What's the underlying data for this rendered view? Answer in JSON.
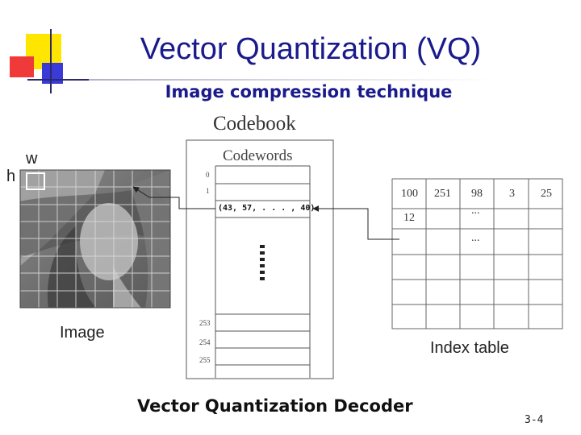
{
  "slide": {
    "title": "Vector Quantization (VQ)",
    "subtitle": "Image compression technique",
    "page_number": "3-4"
  },
  "image_panel": {
    "label": "Image",
    "block_width_label": "w",
    "block_height_label": "h"
  },
  "codebook": {
    "title": "Codebook",
    "column_header": "Codewords",
    "top_indices": [
      "0",
      "1"
    ],
    "bottom_indices": [
      "253",
      "254",
      "255"
    ],
    "selected_codeword": "(43, 57, . . . , 40)"
  },
  "index_table": {
    "label": "Index table",
    "rows": [
      [
        "100",
        "251",
        "98",
        "3",
        "25"
      ],
      [
        "12",
        "",
        "...",
        "",
        ""
      ],
      [
        "",
        "",
        "...",
        "",
        ""
      ],
      [
        "",
        "",
        "",
        "",
        ""
      ],
      [
        "",
        "",
        "",
        "",
        ""
      ]
    ]
  },
  "caption": "Vector Quantization Decoder",
  "colors": {
    "title": "#1a1a8c",
    "deco_yellow": "#ffe600",
    "deco_red": "#f03a3a",
    "deco_blue": "#3a3ad8"
  }
}
